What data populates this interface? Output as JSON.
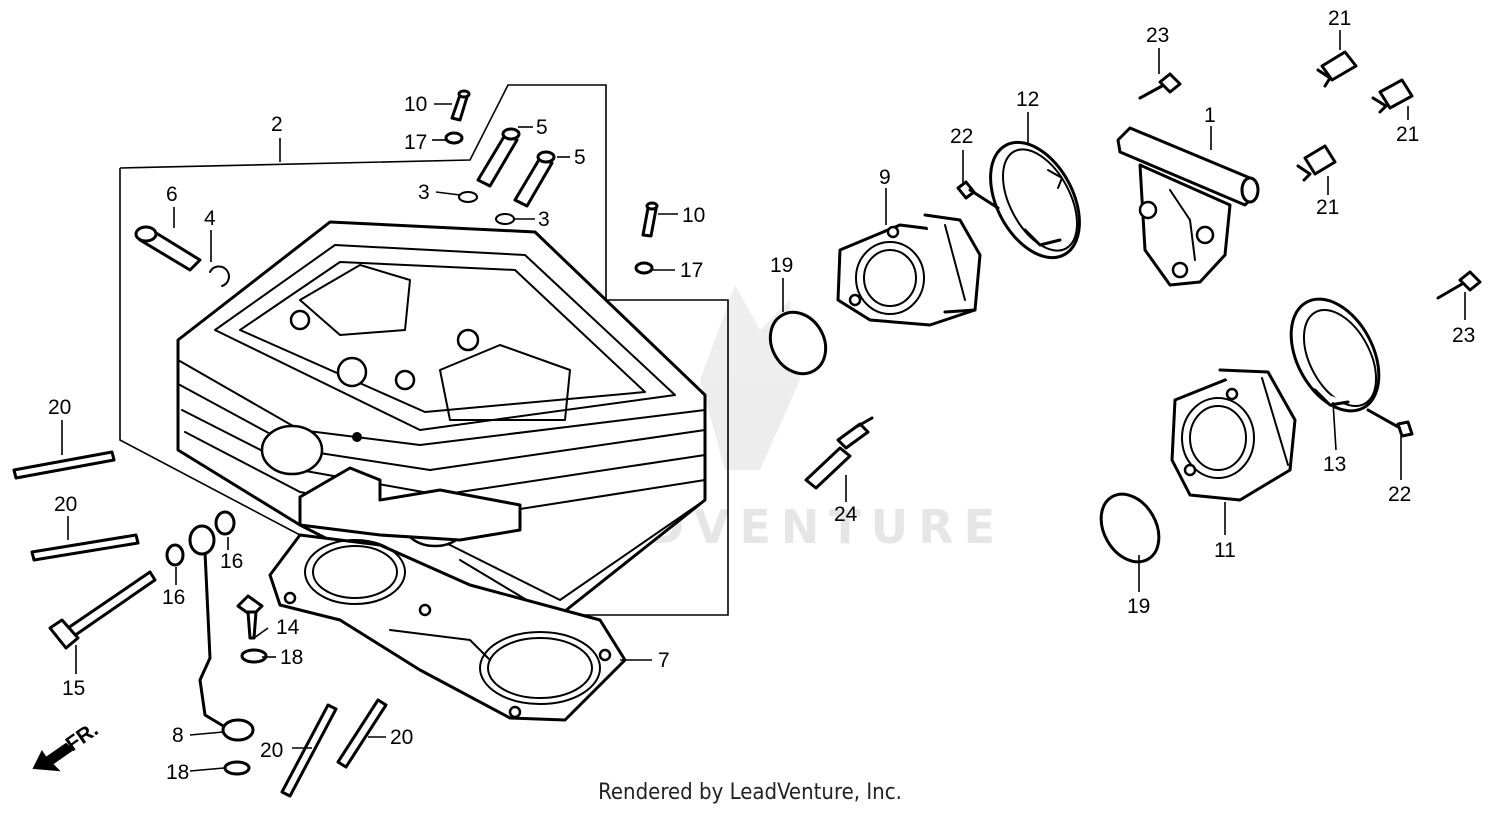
{
  "watermark": {
    "text": "LEADVENTURE"
  },
  "footer": {
    "text": "Rendered by LeadVenture, Inc."
  },
  "front_indicator": {
    "label": "FR."
  },
  "callouts": {
    "c1": "1",
    "c2": "2",
    "c3a": "3",
    "c3b": "3",
    "c4": "4",
    "c5a": "5",
    "c5b": "5",
    "c6": "6",
    "c7": "7",
    "c8": "8",
    "c9": "9",
    "c10a": "10",
    "c10b": "10",
    "c11": "11",
    "c12": "12",
    "c13": "13",
    "c14": "14",
    "c15": "15",
    "c16a": "16",
    "c16b": "16",
    "c17a": "17",
    "c17b": "17",
    "c18a": "18",
    "c18b": "18",
    "c19a": "19",
    "c19b": "19",
    "c20a": "20",
    "c20b": "20",
    "c20c": "20",
    "c20d": "20",
    "c21a": "21",
    "c21b": "21",
    "c21c": "21",
    "c22a": "22",
    "c22b": "22",
    "c23a": "23",
    "c23b": "23",
    "c24": "24"
  }
}
